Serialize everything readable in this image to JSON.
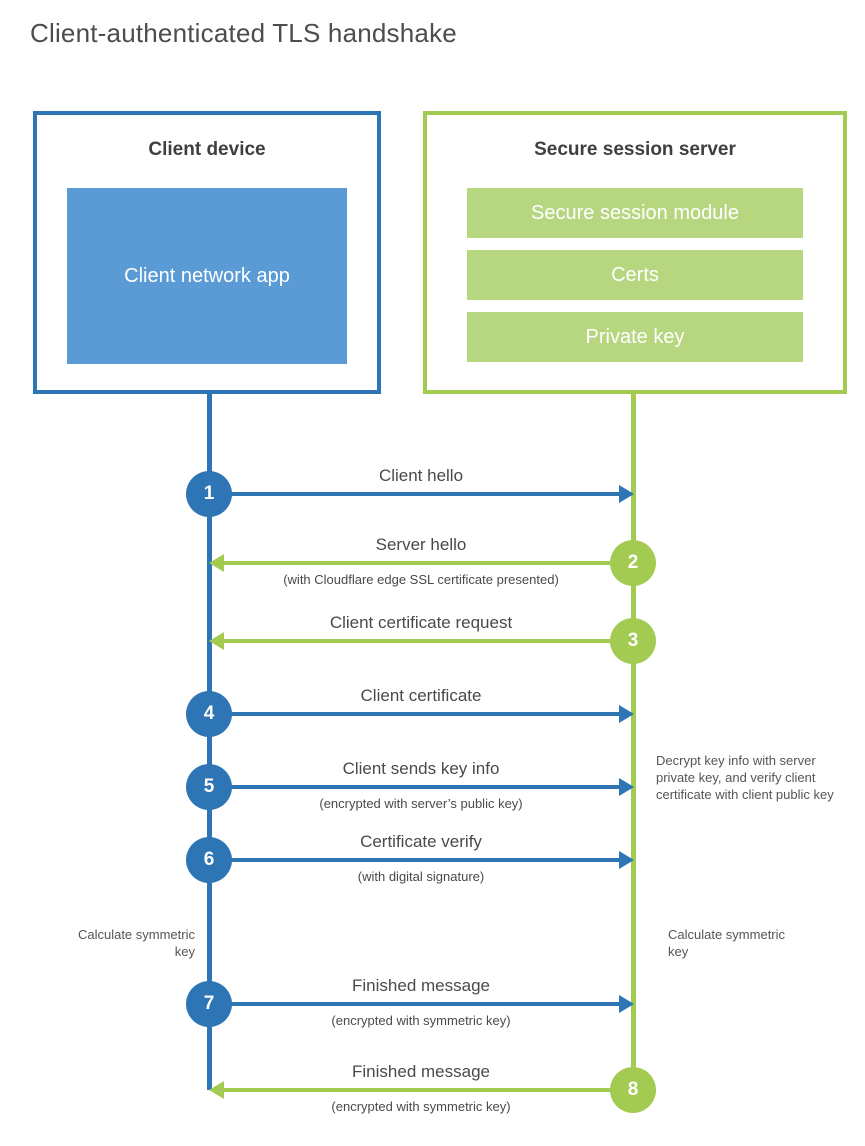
{
  "title": "Client-authenticated TLS handshake",
  "colors": {
    "blue": "#2e75b6",
    "blue_fill": "#5b9bd5",
    "green": "#a3cb52",
    "green_fill": "#b7d680",
    "text_dark": "#3f3f3f",
    "text_gray": "#4a4a4a"
  },
  "client_box": {
    "title": "Client device",
    "app_label": "Client network app"
  },
  "server_box": {
    "title": "Secure session server",
    "modules": [
      "Secure session module",
      "Certs",
      "Private key"
    ]
  },
  "steps": [
    {
      "num": "1",
      "label": "Client hello",
      "sub": "",
      "direction": "right",
      "color": "blue"
    },
    {
      "num": "2",
      "label": "Server hello",
      "sub": "(with Cloudflare edge SSL certificate presented)",
      "direction": "left",
      "color": "green"
    },
    {
      "num": "3",
      "label": "Client certificate request",
      "sub": "",
      "direction": "left",
      "color": "green"
    },
    {
      "num": "4",
      "label": "Client certificate",
      "sub": "",
      "direction": "right",
      "color": "blue"
    },
    {
      "num": "5",
      "label": "Client sends key info",
      "sub": "(encrypted with server’s public key)",
      "direction": "right",
      "color": "blue"
    },
    {
      "num": "6",
      "label": "Certificate verify",
      "sub": "(with digital signature)",
      "direction": "right",
      "color": "blue"
    },
    {
      "num": "7",
      "label": "Finished message",
      "sub": "(encrypted with symmetric key)",
      "direction": "right",
      "color": "blue"
    },
    {
      "num": "8",
      "label": "Finished message",
      "sub": "(encrypted with symmetric key)",
      "direction": "left",
      "color": "green"
    }
  ],
  "notes": {
    "decrypt": "Decrypt key info with server private key, and verify client certificate with client public key",
    "calc_left": "Calculate symmetric key",
    "calc_right": "Calculate symmetric key"
  }
}
